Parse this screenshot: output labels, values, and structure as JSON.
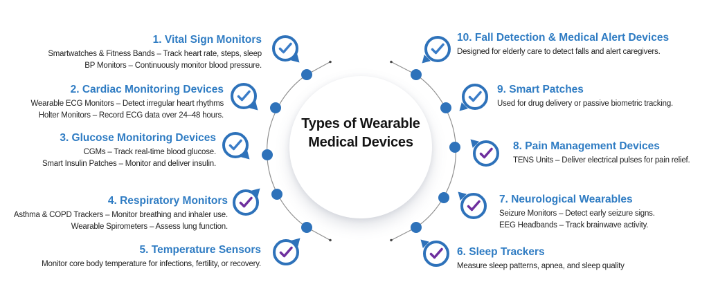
{
  "center": {
    "title_line1": "Types of Wearable",
    "title_line2": "Medical Devices"
  },
  "items": [
    {
      "title": "1. Vital Sign Monitors",
      "lines": [
        "Smartwatches & Fitness Bands – Track heart rate, steps, sleep",
        "BP Monitors – Continuously monitor blood pressure."
      ],
      "check": "blue"
    },
    {
      "title": "2. Cardiac Monitoring Devices",
      "lines": [
        "Wearable ECG Monitors – Detect irregular heart rhythms",
        "Holter Monitors – Record ECG data over 24–48 hours."
      ],
      "check": "blue"
    },
    {
      "title": "3. Glucose Monitoring Devices",
      "lines": [
        "CGMs – Track real-time blood glucose.",
        "Smart Insulin Patches – Monitor and deliver insulin."
      ],
      "check": "blue"
    },
    {
      "title": "4. Respiratory Monitors",
      "lines": [
        "Asthma & COPD Trackers – Monitor breathing and inhaler use.",
        "Wearable Spirometers – Assess lung function."
      ],
      "check": "purple"
    },
    {
      "title": "5. Temperature Sensors",
      "lines": [
        "Monitor core body temperature for infections, fertility, or recovery."
      ],
      "check": "purple"
    },
    {
      "title": "6. Sleep Trackers",
      "lines": [
        "Measure sleep patterns, apnea, and sleep quality"
      ],
      "check": "purple"
    },
    {
      "title": "7. Neurological Wearables",
      "lines": [
        "Seizure Monitors – Detect early seizure signs.",
        "EEG Headbands – Track brainwave activity."
      ],
      "check": "purple"
    },
    {
      "title": "8. Pain Management Devices",
      "lines": [
        "TENS Units – Deliver electrical pulses for pain relief."
      ],
      "check": "purple"
    },
    {
      "title": "9. Smart Patches",
      "lines": [
        "Used for drug delivery or passive biometric tracking."
      ],
      "check": "blue"
    },
    {
      "title": "10. Fall Detection & Medical Alert Devices",
      "lines": [
        "Designed for elderly care to detect falls and alert caregivers."
      ],
      "check": "blue"
    }
  ],
  "colors": {
    "accent_blue": "#2e72ba",
    "title_blue": "#2f7cc3",
    "check_blue": "#3b7dc8",
    "check_purple": "#6e2f9e",
    "text_dark": "#222222",
    "ring_gray": "#8f8f8f"
  }
}
